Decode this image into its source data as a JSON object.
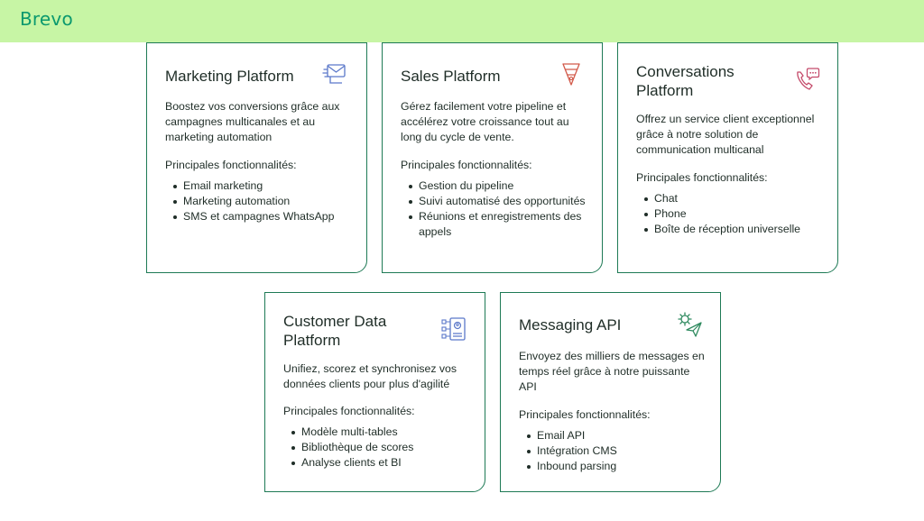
{
  "brand": {
    "logo": "Brevo",
    "accent": "#0b996e",
    "bar_color": "#c7f5a5",
    "border_color": "#1e7a55"
  },
  "cards": [
    {
      "title": "Marketing Platform",
      "icon": "envelope-icon",
      "description": "Boostez vos conversions grâce aux campagnes multicanales et au marketing automation",
      "features_heading": "Principales fonctionnalités:",
      "features": [
        "Email marketing",
        "Marketing automation",
        "SMS et campagnes WhatsApp"
      ]
    },
    {
      "title": "Sales Platform",
      "icon": "funnel-icon",
      "description": "Gérez facilement votre pipeline et accélérez votre croissance tout au long du cycle de vente.",
      "features_heading": "Principales fonctionnalités:",
      "features": [
        "Gestion du pipeline",
        "Suivi automatisé des opportunités",
        "Réunions et enregistrements des appels"
      ]
    },
    {
      "title": "Conversations Platform",
      "icon": "phone-chat-icon",
      "description": "Offrez un service client exceptionnel grâce à notre solution de communication multicanal",
      "features_heading": "Principales fonctionnalités:",
      "features": [
        "Chat",
        "Phone",
        "Boîte de réception universelle"
      ]
    },
    {
      "title": "Customer Data Platform",
      "icon": "data-profile-icon",
      "description": "Unifiez, scorez et synchronisez vos données clients pour plus d'agilité",
      "features_heading": "Principales fonctionnalités:",
      "features": [
        "Modèle multi-tables",
        "Bibliothèque de scores",
        "Analyse clients et BI"
      ]
    },
    {
      "title": "Messaging API",
      "icon": "gear-send-icon",
      "description": "Envoyez des milliers de messages en temps réel grâce à notre puissante API",
      "features_heading": "Principales fonctionnalités:",
      "features": [
        "Email API",
        "Intégration CMS",
        "Inbound parsing"
      ]
    }
  ]
}
